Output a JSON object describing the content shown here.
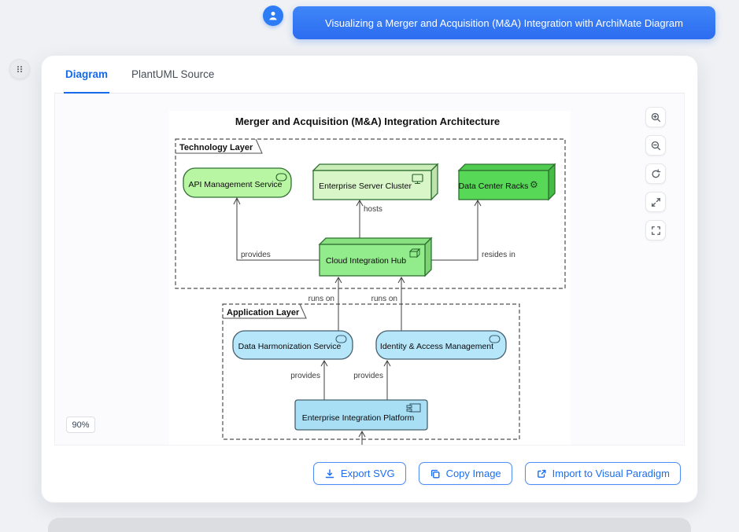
{
  "header": {
    "prompt": "Visualizing a Merger and Acquisition (M&A) Integration with ArchiMate Diagram"
  },
  "tabs": {
    "diagram": "Diagram",
    "source": "PlantUML Source"
  },
  "viewer": {
    "zoom_badge": "90%",
    "toolbar_icons": [
      "zoom-in",
      "zoom-out",
      "reset-view",
      "fit-view",
      "fullscreen"
    ]
  },
  "actions": {
    "export_svg": "Export SVG",
    "copy_image": "Copy Image",
    "import_vp": "Import to Visual Paradigm"
  },
  "colors": {
    "accent": "#2e7bf6",
    "green_service": "#b9f6a3",
    "green_node": "#d8f6c8",
    "green_rack": "#57d957",
    "green_hub": "#93ec8b",
    "blue_service": "#b6e6fa",
    "blue_component": "#a8dff5"
  },
  "diagram": {
    "title": "Merger and Acquisition (M&A) Integration Architecture",
    "frames": {
      "technology": "Technology Layer",
      "application": "Application Layer"
    },
    "nodes": {
      "api": {
        "label": "API Management Service",
        "type": "service",
        "layer": "technology"
      },
      "cluster": {
        "label": "Enterprise Server Cluster",
        "type": "node",
        "layer": "technology"
      },
      "racks": {
        "label": "Data Center Racks",
        "type": "node",
        "layer": "technology"
      },
      "hub": {
        "label": "Cloud Integration Hub",
        "type": "node",
        "layer": "technology"
      },
      "dhs": {
        "label": "Data Harmonization Service",
        "type": "service",
        "layer": "application"
      },
      "iam": {
        "label": "Identity & Access Management",
        "type": "service",
        "layer": "application"
      },
      "eip": {
        "label": "Enterprise Integration Platform",
        "type": "component",
        "layer": "application"
      }
    },
    "edges": [
      {
        "label": "provides",
        "from": "Cloud Integration Hub",
        "to": "API Management Service"
      },
      {
        "label": "hosts",
        "from": "Cloud Integration Hub",
        "to": "Enterprise Server Cluster"
      },
      {
        "label": "resides in",
        "from": "Cloud Integration Hub",
        "to": "Data Center Racks"
      },
      {
        "label": "runs on",
        "from": "Data Harmonization Service",
        "to": "Cloud Integration Hub"
      },
      {
        "label": "runs on",
        "from": "Identity & Access Management",
        "to": "Cloud Integration Hub"
      },
      {
        "label": "provides",
        "from": "Enterprise Integration Platform",
        "to": "Data Harmonization Service"
      },
      {
        "label": "provides",
        "from": "Enterprise Integration Platform",
        "to": "Identity & Access Management"
      }
    ]
  }
}
